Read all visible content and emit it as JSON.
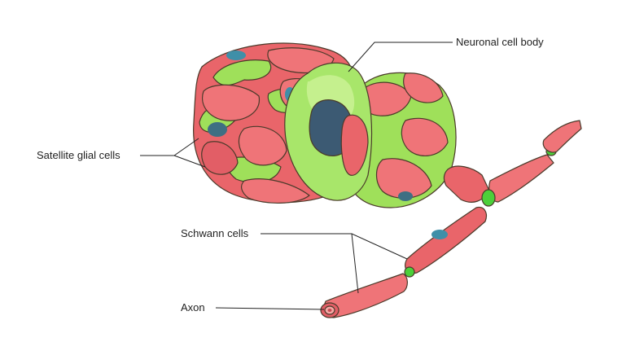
{
  "labels": {
    "neuronal_cell_body": "Neuronal cell body",
    "satellite_glial_cells": "Satellite glial cells",
    "schwann_cells": "Schwann cells",
    "axon": "Axon"
  },
  "colors": {
    "glia_green": "#9fe05a",
    "cell_red": "#e9656a",
    "cell_dark_red": "#c94a52",
    "nucleus_blue": "#3f6f83",
    "soma_nucleus": "#3c5a73",
    "outline": "#4a3a2a"
  }
}
